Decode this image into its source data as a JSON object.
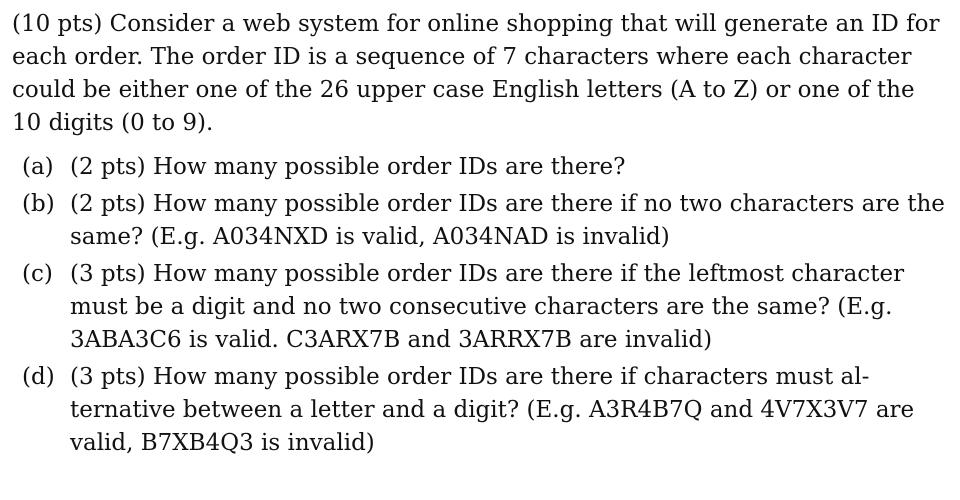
{
  "problem": {
    "intro": "(10 pts) Consider a web system for online shopping that will generate an ID for each order. The order ID is a sequence of 7 characters where each character could be either one of the 26 upper case English letters (A to Z) or one of the 10 digits (0 to 9).",
    "parts": [
      {
        "label": "(a)",
        "text": "(2 pts) How many possible order IDs are there?"
      },
      {
        "label": "(b)",
        "text": "(2 pts) How many possible order IDs are there if no two characters are the same? (E.g. A034NXD is valid, A034NAD is invalid)"
      },
      {
        "label": "(c)",
        "text": "(3 pts) How many possible order IDs are there if the leftmost character must be a digit and no two consecutive characters are the same? (E.g. 3ABA3C6 is valid. C3ARX7B and 3ARRX7B are invalid)"
      },
      {
        "label": "(d)",
        "text": "(3 pts) How many possible order IDs are there if characters must al-ternative between a letter and a digit? (E.g. A3R4B7Q and 4V7X3V7 are valid, B7XB4Q3 is invalid)"
      }
    ]
  }
}
